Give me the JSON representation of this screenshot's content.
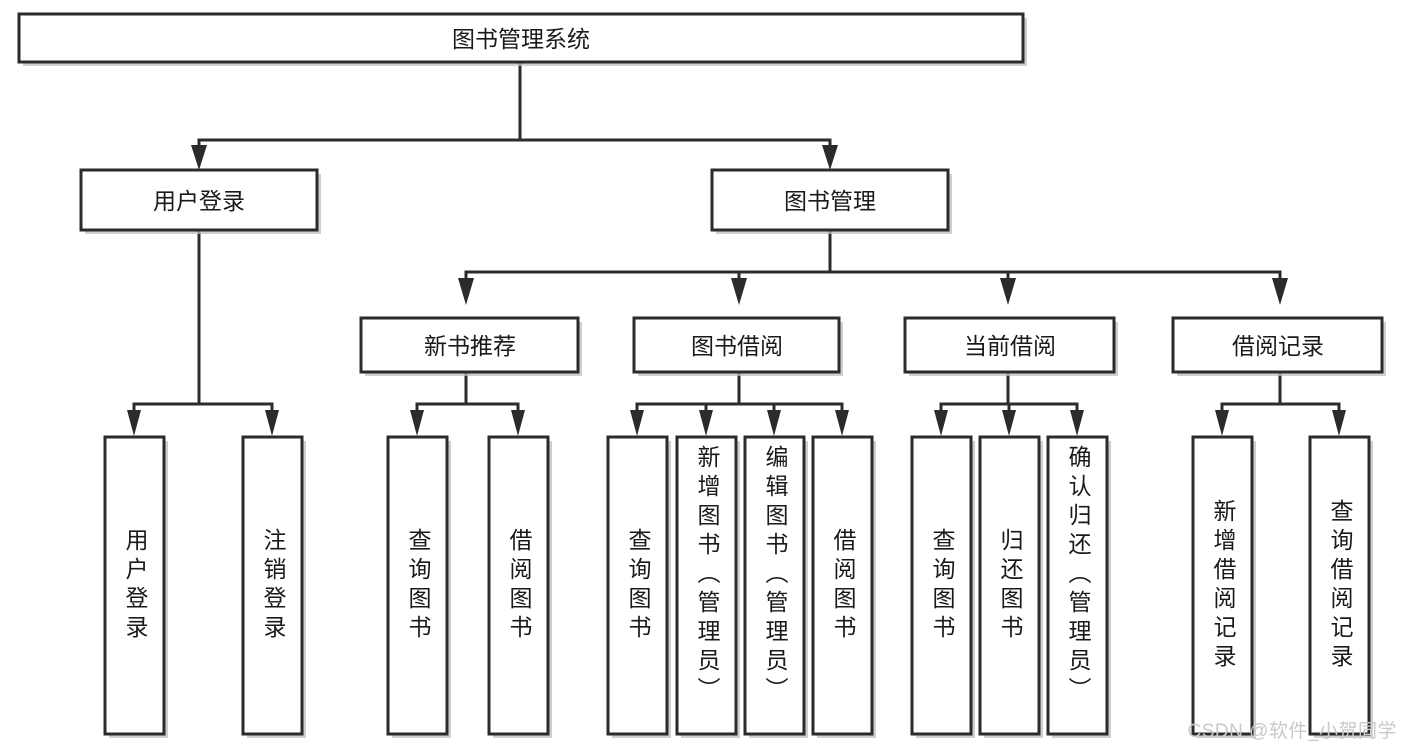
{
  "diagram": {
    "type": "tree",
    "title": "图书管理系统",
    "orientation": "top-down",
    "colors": {
      "box_fill": "#ffffff",
      "box_stroke": "#2b2b2b",
      "text": "#1a1a1a",
      "connector": "#2b2b2b",
      "shadow": "#bfbfbf",
      "watermark": "#c9c9c9",
      "background": "#ffffff"
    },
    "root": {
      "label": "图书管理系统"
    },
    "level2": [
      {
        "label": "用户登录"
      },
      {
        "label": "图书管理"
      }
    ],
    "level3": [
      {
        "label": "新书推荐"
      },
      {
        "label": "图书借阅"
      },
      {
        "label": "当前借阅"
      },
      {
        "label": "借阅记录"
      }
    ],
    "leaves": {
      "user_login": [
        {
          "label": "用户登录"
        },
        {
          "label": "注销登录"
        }
      ],
      "new_book_recommend": [
        {
          "label": "查询图书"
        },
        {
          "label": "借阅图书"
        }
      ],
      "book_borrow": [
        {
          "label": "查询图书"
        },
        {
          "label": "新增图书（管理员）"
        },
        {
          "label": "编辑图书（管理员）"
        },
        {
          "label": "借阅图书"
        }
      ],
      "current_borrow": [
        {
          "label": "查询图书"
        },
        {
          "label": "归还图书"
        },
        {
          "label": "确认归还（管理员）"
        }
      ],
      "borrow_record": [
        {
          "label": "新增借阅记录"
        },
        {
          "label": "查询借阅记录"
        }
      ]
    }
  },
  "watermark": {
    "text": "CSDN @软件_小贺同学"
  }
}
